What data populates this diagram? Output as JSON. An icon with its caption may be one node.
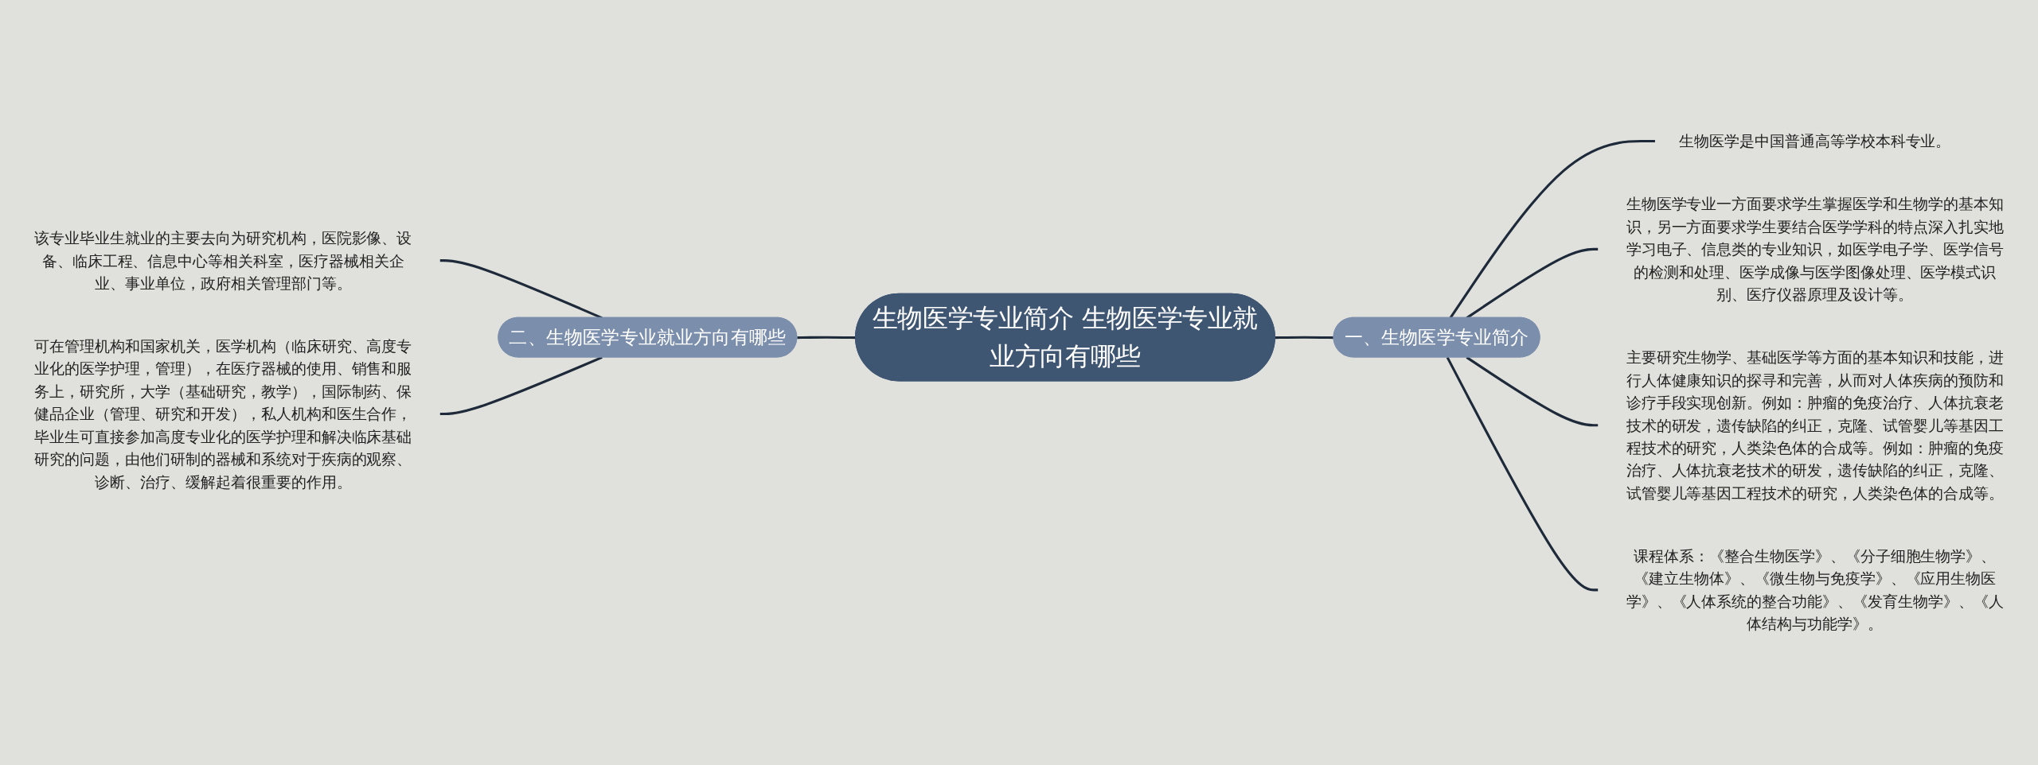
{
  "diagram": {
    "nodes": [
      {
        "text": [
          "生物医学专业简介 生物医学专业就业方向有哪些"
        ]
      },
      {
        "text": [
          "一、生物医学专业简介"
        ]
      },
      {
        "text": [
          "生物医学是中国普通高等学校本科专业。"
        ]
      },
      {
        "text": [
          "生物医学专业一方面要求学生掌握医学和生物学的基本知识，另一方面要求学生要结合医学学科的特点深入扎实地学习电子、信息类的专业知识，如医学电子学、医学信号的检测和处理、医学成像与医学图像处理、医学模式识别、医疗仪器原理及设计等。"
        ]
      },
      {
        "text": [
          "主要研究生物学、基础医学等方面的基本知识和技能，进行人体健康知识的探寻和完善，从而对人体疾病的预防和诊疗手段实现创新。例如：肿瘤的免疫治疗、人体抗衰老技术的研发，遗传缺陷的纠正，克隆、试管婴儿等基因工程技术的研究，人类染色体的合成等。例如：肿瘤的免疫治疗、人体抗衰老技术的研发，遗传缺陷的纠正，克隆、试管婴儿等基因工程技术的研究，人类染色体的合成等。"
        ]
      },
      {
        "text": [
          "课程体系：《整合生物医学》、《分子细胞生物学》、《建立生物体》、《微生物与免疫学》、《应用生物医学》、《人体系统的整合功能》、《发育生物学》、《人体结构与功能学》。"
        ]
      },
      {
        "text": [
          "二、生物医学专业就业方向有哪些"
        ]
      },
      {
        "text": [
          "该专业毕业生就业的主要去向为研究机构，医院影像、设备、临床工程、信息中心等相关科室，医疗器械相关企业、事业单位，政府相关管理部门等。"
        ]
      },
      {
        "text": [
          "可在管理机构和国家机关，医学机构（临床研究、高度专业化的医学护理，管理），在医疗器械的使用、销售和服务上，研究所，大学（基础研究，教学），国际制药、保健品企业（管理、研究和开发），私人机构和医生合作，毕业生可直接参加高度专业化的医学护理和解决临床基础研究的问题，由他们研制的器械和系统对于疾病的观察、诊断、治疗、缓解起着很重要的作用。"
        ]
      }
    ],
    "edges": [
      {
        "from": 0,
        "to": 1,
        "arrow": "none"
      },
      {
        "from": 1,
        "to": 2,
        "arrow": "none"
      },
      {
        "from": 1,
        "to": 3,
        "arrow": "none"
      },
      {
        "from": 1,
        "to": 4,
        "arrow": "none"
      },
      {
        "from": 1,
        "to": 5,
        "arrow": "none"
      },
      {
        "from": 0,
        "to": 6,
        "arrow": "none"
      },
      {
        "from": 6,
        "to": 7,
        "arrow": "none"
      },
      {
        "from": 6,
        "to": 8,
        "arrow": "none"
      }
    ]
  }
}
